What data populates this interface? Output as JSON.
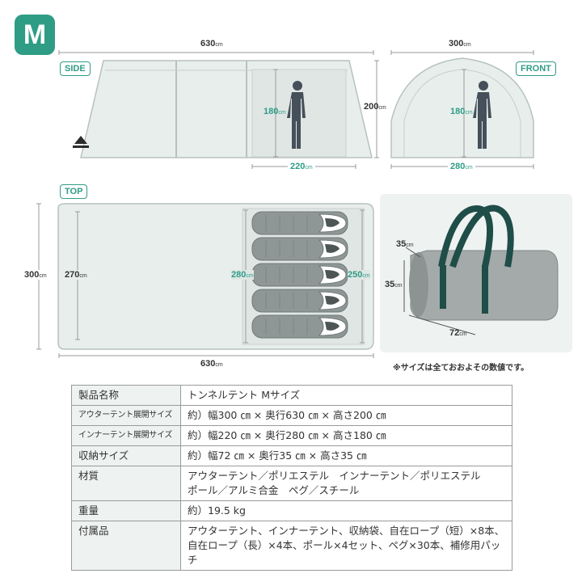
{
  "size_badge": "M",
  "labels": {
    "side": "SIDE",
    "front": "FRONT",
    "top": "TOP"
  },
  "unit": "cm",
  "dims": {
    "side_length": "630",
    "side_height_person": "180",
    "side_height": "200",
    "side_inner_length": "220",
    "front_width": "300",
    "front_height_person": "180",
    "front_inner_width": "280",
    "top_depth": "300",
    "top_inner_depth": "270",
    "top_bed_length": "280",
    "top_bed_width": "250",
    "top_length": "630",
    "bag_depth": "35",
    "bag_height": "35",
    "bag_width": "72"
  },
  "note": "※サイズは全ておおよその数値です。",
  "sleeping_bags": 5,
  "colors": {
    "accent": "#2f9c86",
    "tent_fill": "#e5ebe9",
    "bag_handle": "#1f4d48"
  },
  "spec_table": [
    {
      "key": "製品名称",
      "value": "トンネルテント Mサイズ"
    },
    {
      "key": "アウターテント展開サイズ",
      "value": "約）幅300 ㎝ × 奥行630 ㎝ × 高さ200 ㎝"
    },
    {
      "key": "インナーテント展開サイズ",
      "value": "約）幅220 ㎝ × 奥行280 ㎝ × 高さ180 ㎝"
    },
    {
      "key": "収納サイズ",
      "value": "約）幅72 ㎝ × 奥行35 ㎝ × 高さ35 ㎝"
    },
    {
      "key": "材質",
      "value": "アウターテント／ポリエステル　インナーテント／ポリエステル",
      "value2": "ポール／アルミ合金　ペグ／スチール"
    },
    {
      "key": "重量",
      "value": "約）19.5 kg"
    },
    {
      "key": "付属品",
      "value": "アウターテント、インナーテント、収納袋、自在ロープ（短）×8本、",
      "value2": "自在ロープ（長）×4本、ポール×4セット、ペグ×30本、補修用パッチ"
    }
  ]
}
